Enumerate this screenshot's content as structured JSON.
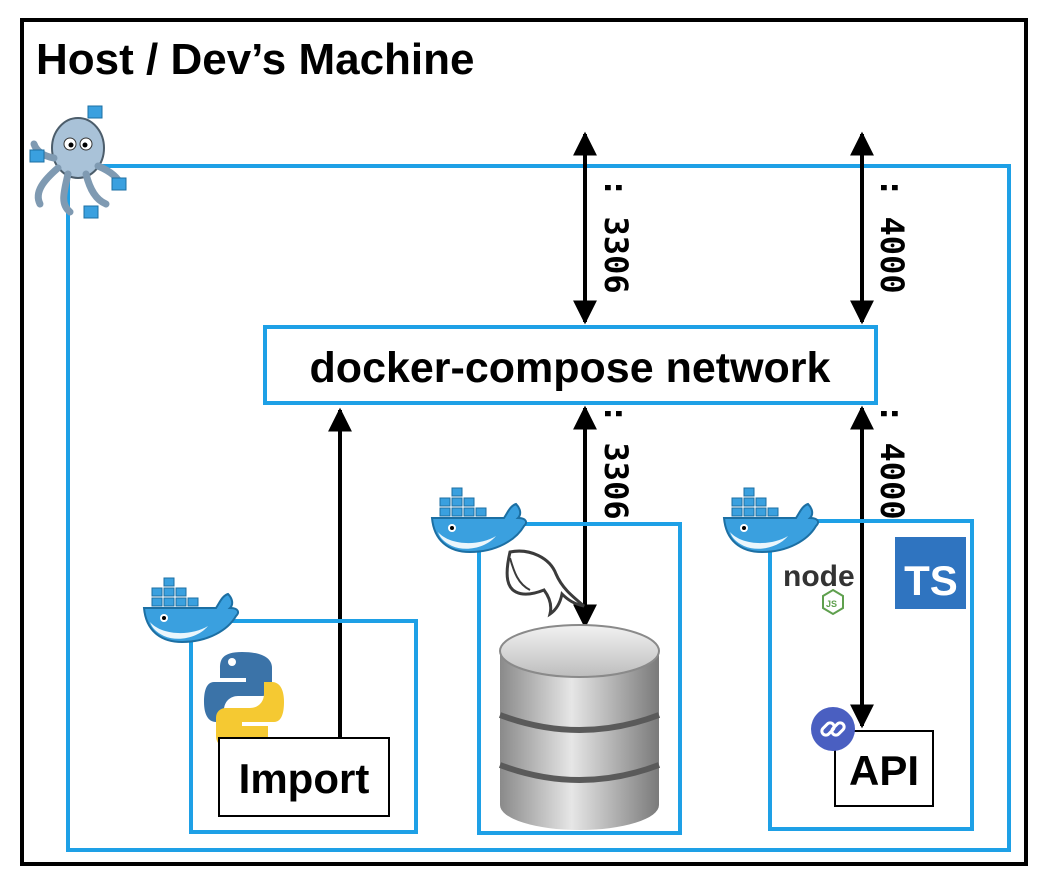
{
  "host": {
    "title": "Host / Dev’s Machine"
  },
  "network": {
    "label": "docker-compose network"
  },
  "ports": {
    "host_db": ": 3306",
    "host_api": ": 4000",
    "net_db": ": 3306",
    "net_api": ": 4000"
  },
  "services": {
    "import": {
      "label": "Import",
      "tech_icon": "python-icon"
    },
    "database": {
      "tech_icon": "mysql-dolphin-icon",
      "storage_icon": "database-cylinder-icon"
    },
    "api": {
      "label": "API",
      "tech_icons": [
        "nodejs-icon",
        "typescript-icon"
      ],
      "ts_badge": "TS",
      "node_logo": "node",
      "link_icon": "link-icon"
    }
  },
  "icons": {
    "compose": "docker-compose-octopus-icon",
    "container": "docker-whale-icon"
  },
  "colors": {
    "network_border": "#1ea0e6",
    "host_border": "#000000",
    "typescript": "#2f74c0",
    "docker": "#3aa0df"
  }
}
